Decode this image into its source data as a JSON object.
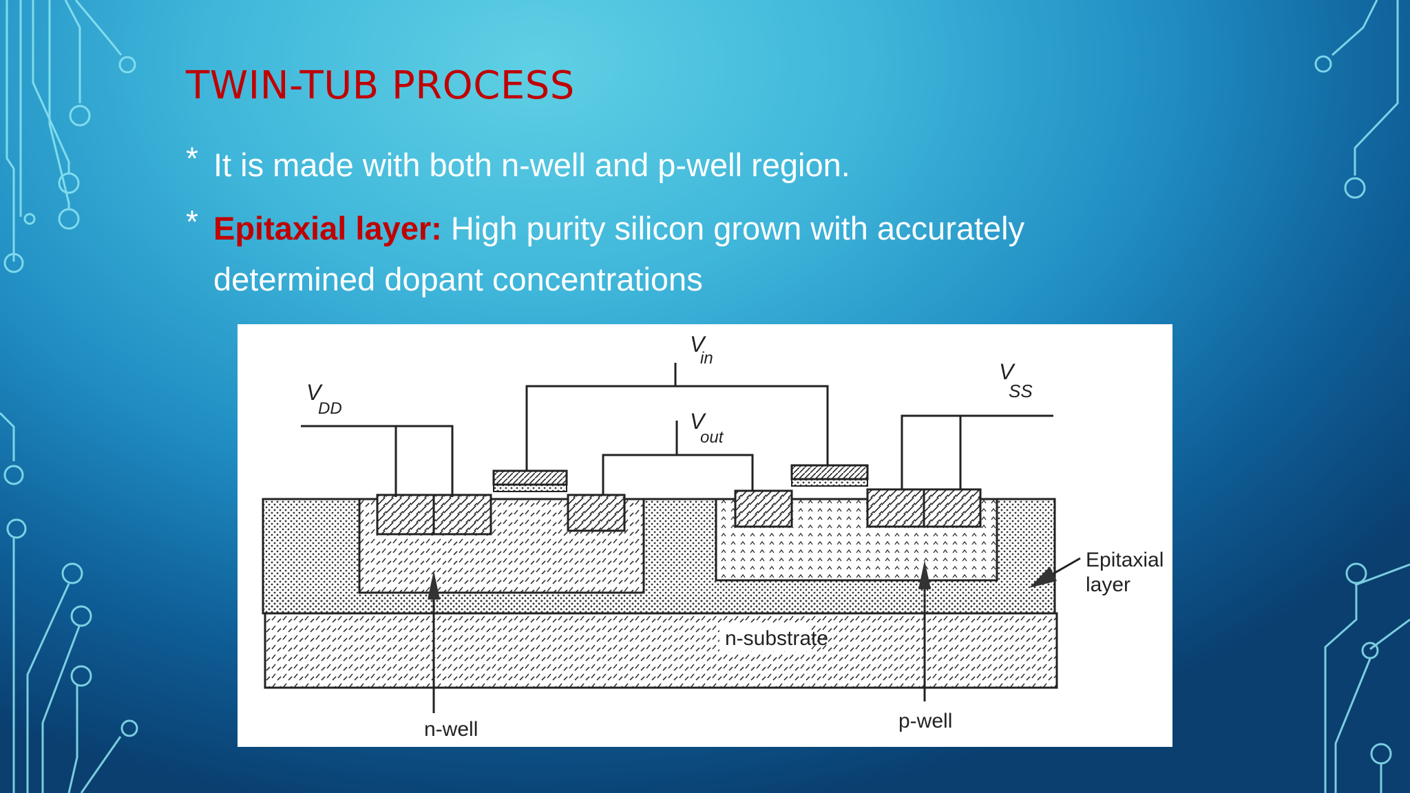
{
  "slide": {
    "title": "TWIN-TUB PROCESS",
    "bullets": [
      {
        "marker": "*",
        "text": "It is made with both n-well and p-well region."
      },
      {
        "marker": "*",
        "term": "Epitaxial  layer:",
        "text": " High purity silicon grown with accurately",
        "continuation": "determined dopant concentrations"
      }
    ]
  },
  "figure": {
    "labels": {
      "vdd_main": "V",
      "vdd_sub": "DD",
      "vin_main": "V",
      "vin_sub": "in",
      "vout_main": "V",
      "vout_sub": "out",
      "vss_main": "V",
      "vss_sub": "SS",
      "epitaxial_line1": "Epitaxial",
      "epitaxial_line2": "layer",
      "substrate": "n-substrate",
      "nwell": "n-well",
      "pwell": "p-well"
    }
  },
  "colors": {
    "title": "#c00000",
    "body_text": "#ffffff",
    "accent_term": "#c00000"
  }
}
